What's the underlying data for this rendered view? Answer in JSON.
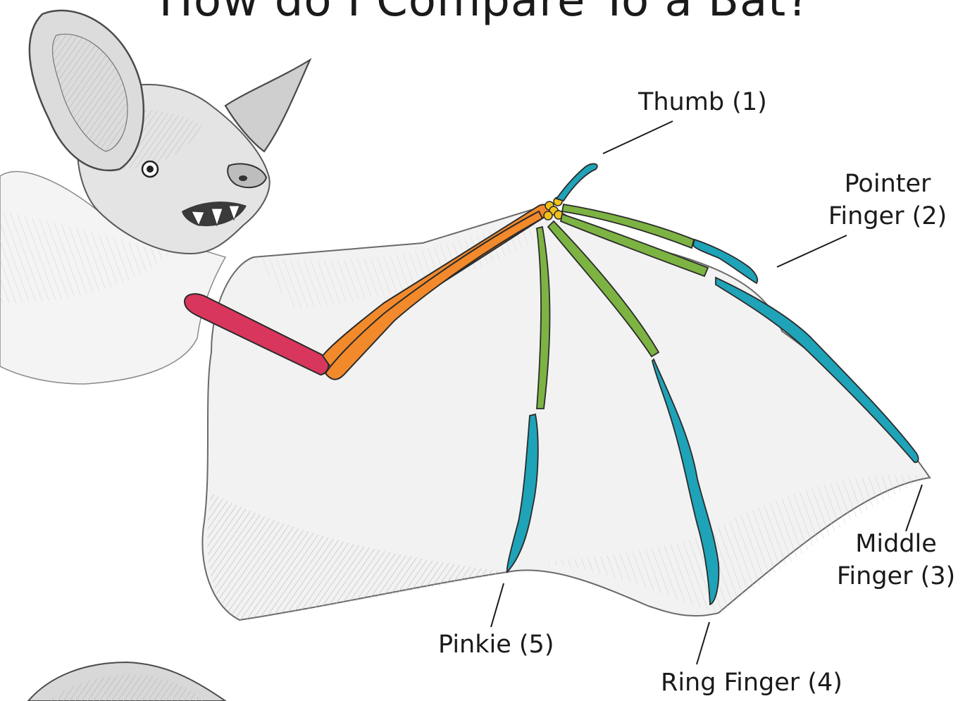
{
  "title": "How do I Compare To a Bat?",
  "labels": {
    "thumb": "Thumb (1)",
    "pointer_line1": "Pointer",
    "pointer_line2": "Finger (2)",
    "middle_line1": "Middle",
    "middle_line2": "Finger (3)",
    "ring": "Ring Finger (4)",
    "pinkie": "Pinkie (5)"
  },
  "bone_colors": {
    "upper_arm": "#d9365e",
    "forearm": "#f28a2c",
    "wrist": "#f2c21b",
    "metacarpals": "#7cb342",
    "phalanges": "#1fa3b8"
  }
}
